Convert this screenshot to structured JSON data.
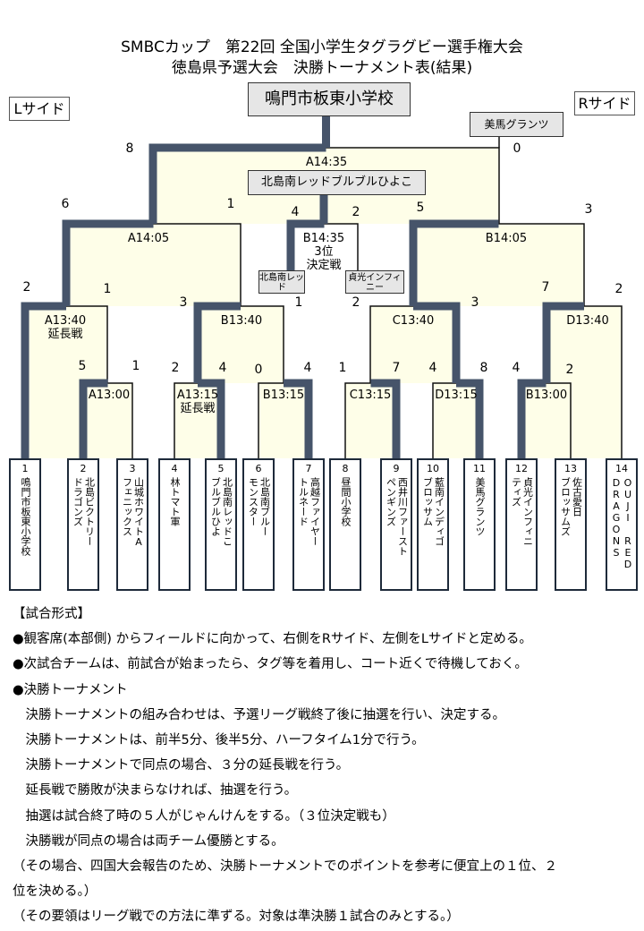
{
  "title": {
    "line1": "SMBCカップ　第22回 全国小学生タグラグビー選手権大会",
    "line2": "徳島県予選大会　決勝トーナメント表(結果)"
  },
  "sides": {
    "left": "Lサイド",
    "right": "Rサイド"
  },
  "champion": "鳴門市板東小学校",
  "runner_up": "美馬グランツ",
  "third_place": "北島南レッドブルブルひよこ",
  "third_place_match": {
    "team_left": "北島南レッド",
    "team_right": "貞光インフィニー"
  },
  "colors": {
    "winner_line": "#46546a",
    "field": "#fefee8",
    "box": "#e6e6e6"
  },
  "matches": [
    {
      "id": "final",
      "label": [
        "A14:35"
      ],
      "scores": [
        "8",
        "0"
      ]
    },
    {
      "id": "sf1",
      "label": [
        "A14:05"
      ],
      "scores": [
        "6",
        "1"
      ]
    },
    {
      "id": "sf2",
      "label": [
        "B14:05"
      ],
      "scores": [
        "5",
        "3"
      ]
    },
    {
      "id": "third",
      "label": [
        "B14:35",
        "3位",
        "決定戦"
      ],
      "scores": [
        "4",
        "2"
      ]
    },
    {
      "id": "qf1",
      "label": [
        "A13:40",
        "延長戦"
      ],
      "scores": [
        "2",
        "1"
      ]
    },
    {
      "id": "qf2",
      "label": [
        "B13:40"
      ],
      "scores": [
        "3",
        "1"
      ]
    },
    {
      "id": "qf3",
      "label": [
        "C13:40"
      ],
      "scores": [
        "2",
        "3"
      ]
    },
    {
      "id": "qf4",
      "label": [
        "D13:40"
      ],
      "scores": [
        "7",
        "2"
      ]
    },
    {
      "id": "r1a",
      "label": [
        "A13:00"
      ],
      "scores": [
        "5",
        "1"
      ]
    },
    {
      "id": "r1b",
      "label": [
        "A13:15",
        "延長戦"
      ],
      "scores": [
        "2",
        "4"
      ]
    },
    {
      "id": "r1c",
      "label": [
        "B13:15"
      ],
      "scores": [
        "0",
        "4"
      ]
    },
    {
      "id": "r1d",
      "label": [
        "C13:15"
      ],
      "scores": [
        "1",
        "7"
      ]
    },
    {
      "id": "r1e",
      "label": [
        "D13:15"
      ],
      "scores": [
        "4",
        "8"
      ]
    },
    {
      "id": "r1f",
      "label": [
        "B13:00"
      ],
      "scores": [
        "4",
        "2"
      ]
    }
  ],
  "teams": [
    {
      "num": "1",
      "cols": [
        "鳴門市板東小学校"
      ]
    },
    {
      "num": "2",
      "cols": [
        "北島ビクトリー",
        "ドラゴンズ"
      ]
    },
    {
      "num": "3",
      "cols": [
        "山城ホワイトA",
        "フェニックス"
      ]
    },
    {
      "num": "4",
      "cols": [
        "林トマト軍"
      ]
    },
    {
      "num": "5",
      "cols": [
        "北島南レッドこ",
        "ブルブルひよ"
      ]
    },
    {
      "num": "6",
      "cols": [
        "北島南ブルー",
        "モンスター"
      ]
    },
    {
      "num": "7",
      "cols": [
        "高越ファイヤー",
        "トルネード"
      ]
    },
    {
      "num": "8",
      "cols": [
        "昼間小学校"
      ]
    },
    {
      "num": "9",
      "cols": [
        "西井川ファースト",
        "ペンギンズ"
      ]
    },
    {
      "num": "10",
      "cols": [
        "藍南インディゴ",
        "ブロッサム"
      ]
    },
    {
      "num": "11",
      "cols": [
        "美馬グランツ"
      ]
    },
    {
      "num": "12",
      "cols": [
        "貞光インフィニ",
        "ティズ"
      ]
    },
    {
      "num": "13",
      "cols": [
        "佐古愛日",
        "ブロッサムズ"
      ]
    },
    {
      "num": "14",
      "cols": [
        "OUJI RED",
        "DRAGONS"
      ]
    }
  ],
  "rules": [
    "【試合形式】",
    "●観客席(本部側) からフィールドに向かって、右側をRサイド、左側をLサイドと定める。",
    "●次試合チームは、前試合が始まったら、タグ等を着用し、コート近くで待機しておく。",
    "●決勝トーナメント",
    "　決勝トーナメントの組み合わせは、予選リーグ戦終了後に抽選を行い、決定する。",
    "　決勝トーナメントは、前半5分、後半5分、ハーフタイム1分で行う。",
    "　決勝トーナメントで同点の場合、３分の延長戦を行う。",
    "　延長戦で勝敗が決まらなければ、抽選を行う。",
    "　抽選は試合終了時の５人がじゃんけんをする。（３位決定戦も）",
    "　決勝戦が同点の場合は両チーム優勝とする。",
    "（その場合、四国大会報告のため、決勝トーナメントでのポイントを参考に便宜上の１位、２",
    "位を決める。）",
    "（その要領はリーグ戦での方法に準ずる。対象は準決勝１試合のみとする。）"
  ]
}
